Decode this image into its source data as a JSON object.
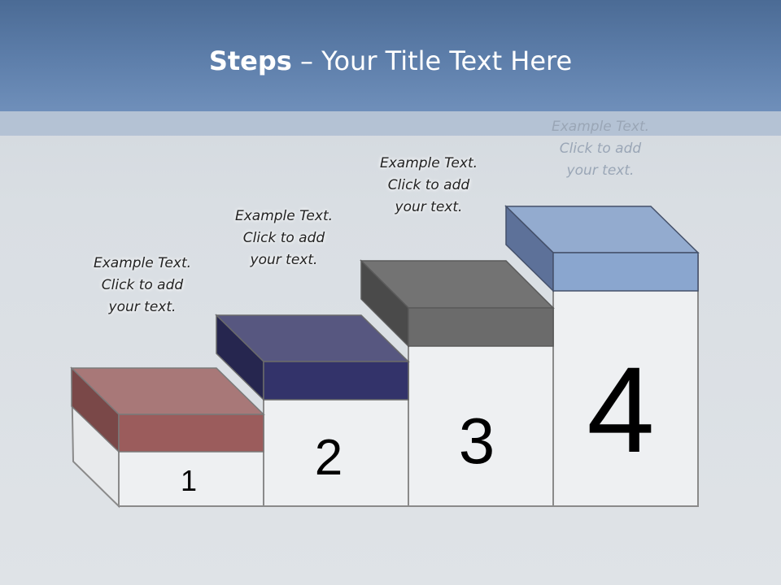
{
  "title": {
    "bold": "Steps",
    "rest": " – Your Title Text Here"
  },
  "steps": [
    {
      "number": "1",
      "caption": "Example Text.\nClick  to add\nyour text.",
      "color": "#9b5c5c"
    },
    {
      "number": "2",
      "caption": "Example Text.\nClick  to add\nyour text.",
      "color": "#33336a"
    },
    {
      "number": "3",
      "caption": "Example Text.\nClick  to add\nyour text.",
      "color": "#6b6b6b"
    },
    {
      "number": "4",
      "caption": "Example Text.\nClick  to add\nyour text.",
      "color": "#8aa6cf"
    }
  ]
}
